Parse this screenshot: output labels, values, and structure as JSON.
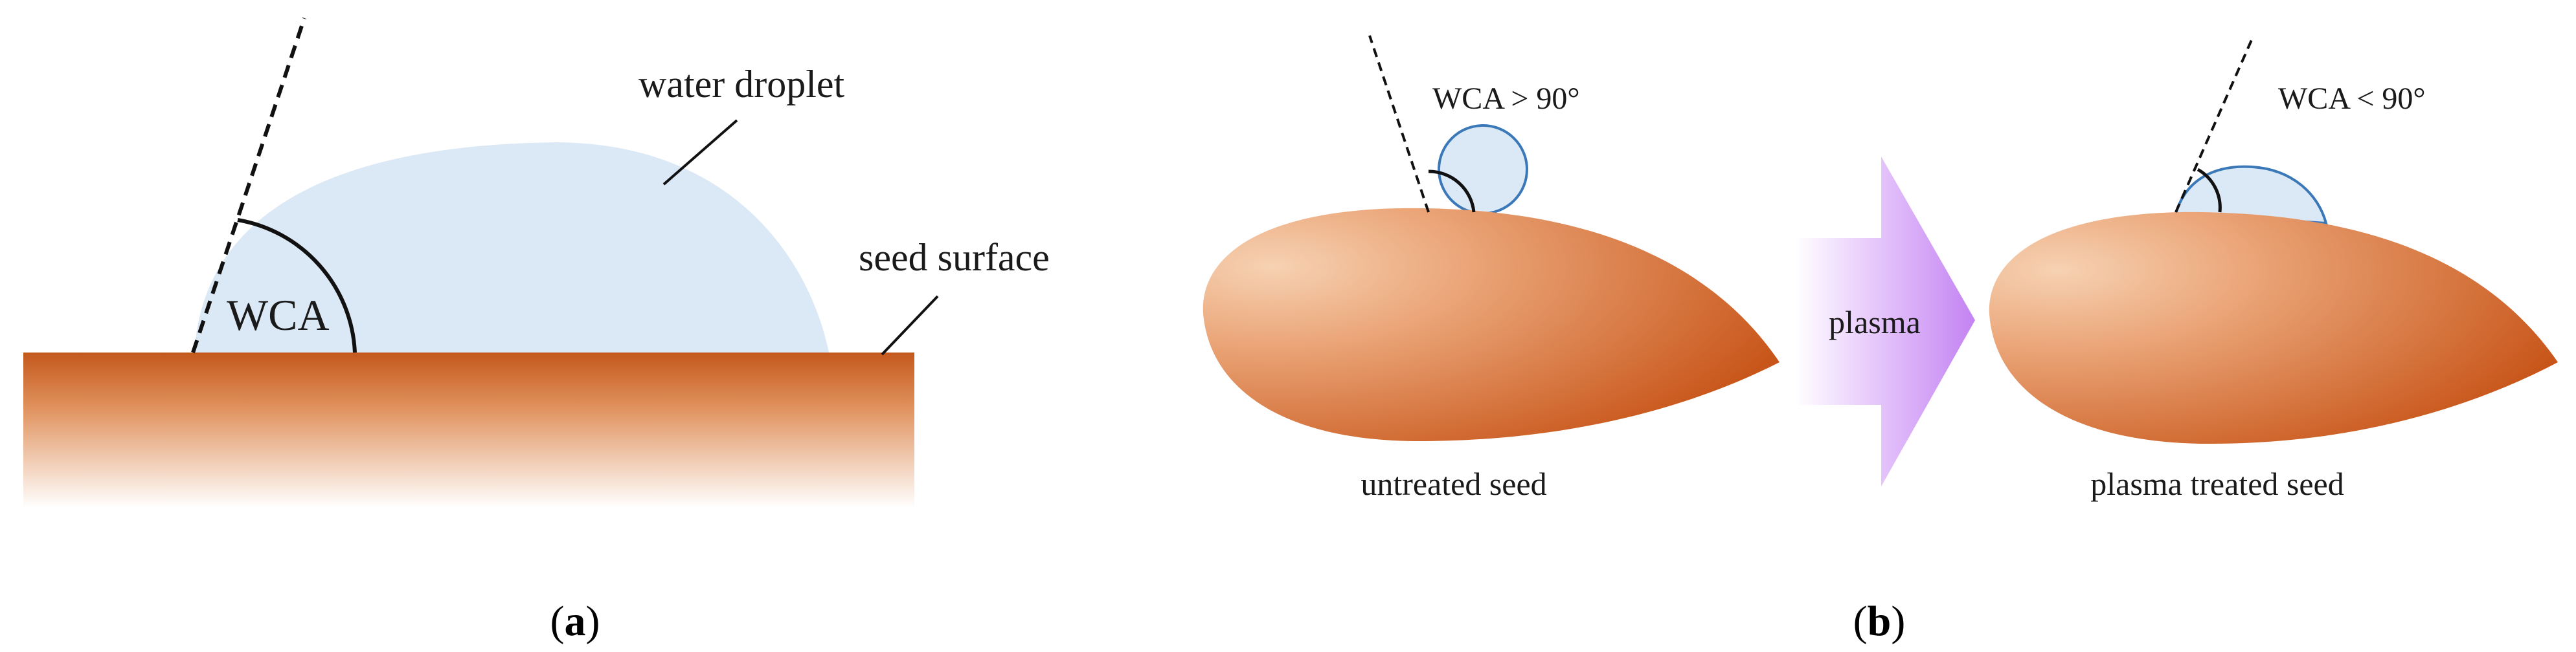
{
  "panel_a": {
    "droplet_label": "water droplet",
    "surface_label": "seed surface",
    "angle_label": "WCA",
    "caption_open": "(",
    "caption_letter": "a",
    "caption_close": ")"
  },
  "panel_b": {
    "untreated_angle_label": "WCA > 90°",
    "treated_angle_label": "WCA < 90°",
    "process_label": "plasma",
    "untreated_caption": "untreated seed",
    "treated_caption": "plasma treated seed",
    "caption_open": "(",
    "caption_letter": "b",
    "caption_close": ")"
  },
  "colors": {
    "droplet_fill": "#dbe8f5",
    "droplet_outline": "#3a78b8",
    "seed_light": "#f3c29b",
    "seed_dark": "#c8561a",
    "surface_top": "#c8561a",
    "arrow": "#c78bf0",
    "line": "#111111"
  }
}
